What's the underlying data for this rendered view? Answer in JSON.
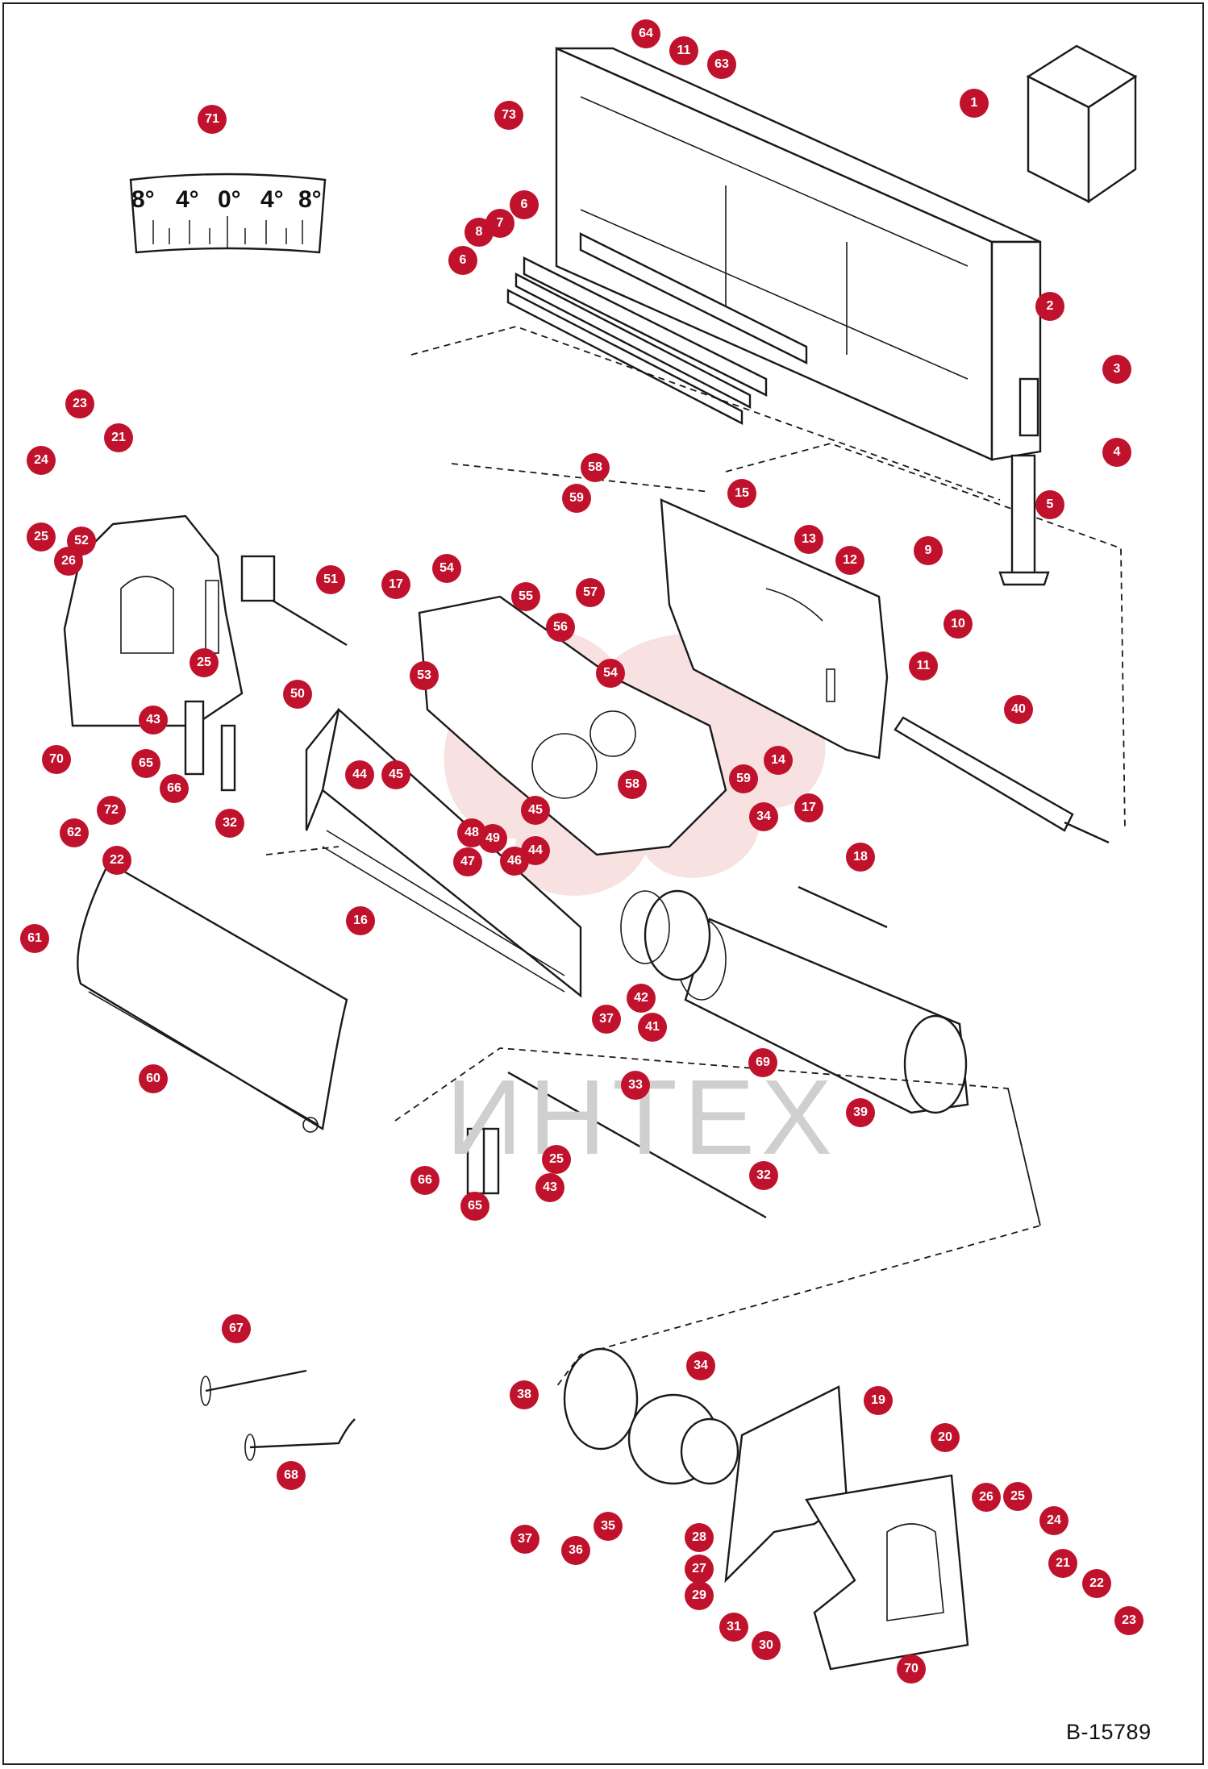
{
  "document_id": "B-15789",
  "watermark_text": "ИНТЕХ",
  "angle_scale": {
    "labels": [
      "8°",
      "4°",
      "0°",
      "4°",
      "8°"
    ]
  },
  "colors": {
    "callout": "#c0122c",
    "line": "#1a1a1a",
    "watermark": "#f3c9c9"
  },
  "callouts": [
    "1",
    "2",
    "3",
    "4",
    "5",
    "6",
    "6",
    "7",
    "8",
    "9",
    "10",
    "11",
    "11",
    "12",
    "13",
    "14",
    "15",
    "16",
    "17",
    "17",
    "18",
    "19",
    "20",
    "21",
    "21",
    "22",
    "22",
    "23",
    "23",
    "24",
    "24",
    "25",
    "25",
    "25",
    "25",
    "26",
    "26",
    "27",
    "28",
    "29",
    "30",
    "31",
    "32",
    "32",
    "33",
    "34",
    "34",
    "35",
    "36",
    "37",
    "37",
    "38",
    "39",
    "40",
    "41",
    "42",
    "43",
    "43",
    "44",
    "44",
    "45",
    "45",
    "46",
    "47",
    "48",
    "49",
    "50",
    "51",
    "52",
    "53",
    "54",
    "54",
    "55",
    "56",
    "57",
    "58",
    "58",
    "59",
    "59",
    "60",
    "61",
    "62",
    "63",
    "64",
    "65",
    "65",
    "66",
    "66",
    "67",
    "68",
    "69",
    "70",
    "70",
    "71",
    "72",
    "73"
  ]
}
